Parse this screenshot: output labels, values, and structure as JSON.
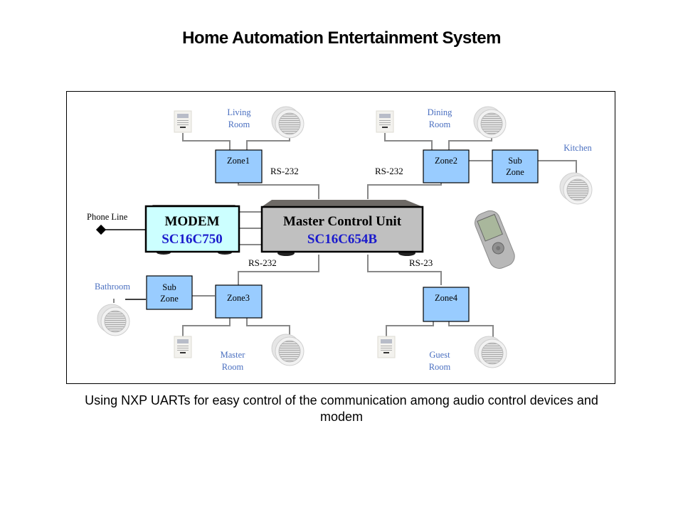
{
  "title": "Home Automation Entertainment System",
  "caption": "Using NXP UARTs for easy control of the communication among audio control devices and modem",
  "diagram": {
    "modem": {
      "label": "MODEM",
      "chip": "SC16C750"
    },
    "master": {
      "label": "Master Control Unit",
      "chip": "SC16C654B"
    },
    "phone_line": "Phone Line",
    "links": [
      "RS-232",
      "RS-232",
      "RS-232",
      "RS-23"
    ],
    "zones": [
      {
        "label": "Zone1",
        "room_line1": "Living",
        "room_line2": "Room"
      },
      {
        "label": "Zone2",
        "room_line1": "Dining",
        "room_line2": "Room"
      },
      {
        "label": "Zone3",
        "room_line1": "Master",
        "room_line2": "Room"
      },
      {
        "label": "Zone4",
        "room_line1": "Guest",
        "room_line2": "Room"
      }
    ],
    "sub_zones": [
      {
        "line1": "Sub",
        "line2": "Zone",
        "room": "Kitchen"
      },
      {
        "line1": "Sub",
        "line2": "Zone",
        "room": "Bathroom"
      }
    ],
    "colors": {
      "zone_fill": "#99ccff",
      "modem_fill": "#ccffff",
      "master_fill": "#c0c0c0",
      "room_text": "#4a6fc0",
      "chip_text": "#1a1acc",
      "wire": "#808080"
    }
  }
}
